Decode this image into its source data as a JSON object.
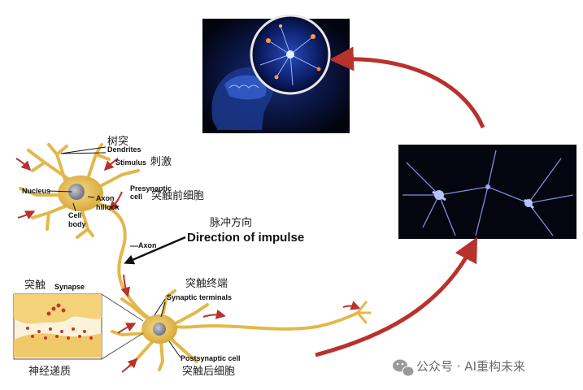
{
  "labels": {
    "dendrites_zh": "树突",
    "dendrites_en": "Dendrites",
    "stimulus_en": "Stimulus",
    "stimulus_zh": "刺激",
    "nucleus": "Nucleus",
    "axon_hillock_1": "Axon",
    "axon_hillock_2": "hillock",
    "cell_body_1": "Cell",
    "cell_body_2": "body",
    "presynaptic_1": "Presynaptic",
    "presynaptic_2": "cell",
    "presynaptic_zh": "突触前细胞",
    "impulse_zh": "脉冲方向",
    "impulse_en": "Direction of impulse",
    "axon": "Axon",
    "synapse_zh": "突触",
    "synapse_en": "Synapse",
    "terminals_zh": "突触终端",
    "terminals_en": "Synaptic terminals",
    "neurotransmitter_zh": "神经递质",
    "postsynaptic_en": "Postsynaptic cell",
    "postsynaptic_zh": "突触后细胞"
  },
  "watermark": {
    "text": "公众号 · AI重构未来",
    "icon": "wechat-icon"
  },
  "colors": {
    "neuron": "#e3b84a",
    "arrow": "#b8322d",
    "nucleus": "#8a8f9a",
    "panel_bg": "#03060f",
    "neuron_glow": "#9aa7ff"
  }
}
